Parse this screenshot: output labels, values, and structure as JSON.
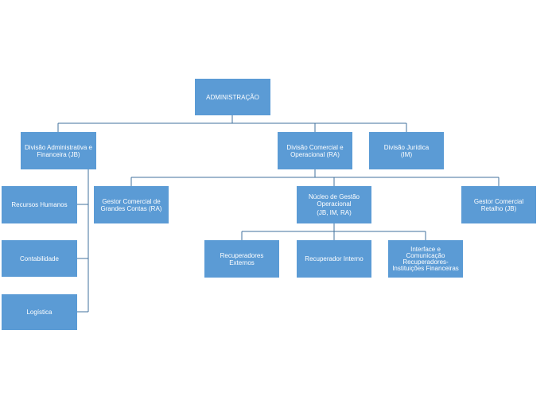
{
  "org_chart": {
    "line_color": "#41719c",
    "box_color": "#5b9bd5",
    "text_color": "#ffffff",
    "nodes": {
      "administracao": {
        "lines": [
          "ADMINISTRAÇÃO"
        ]
      },
      "div_admin": {
        "lines": [
          "Divisão Administrativa e\nFinanceira (JB)"
        ]
      },
      "div_comercial": {
        "lines": [
          "Divisão Comercial e\nOperacional (RA)"
        ]
      },
      "div_juridica": {
        "lines": [
          "Divisão Jurídica",
          "(IM)"
        ]
      },
      "recursos_humanos": {
        "lines": [
          "Recursos Humanos"
        ]
      },
      "contabilidade": {
        "lines": [
          "Contabilidade"
        ]
      },
      "logistica": {
        "lines": [
          "Logística"
        ]
      },
      "gestor_grandes": {
        "lines": [
          "Gestor Comercial de\nGrandes Contas (RA)"
        ]
      },
      "nucleo_gestao": {
        "lines": [
          "Núcleo de Gestão\nOperacional",
          "(JB, IM, RA)"
        ]
      },
      "gestor_retalho": {
        "lines": [
          "Gestor Comercial\nRetalho (JB)"
        ]
      },
      "recup_externos": {
        "lines": [
          "Recuperadores\nExternos"
        ]
      },
      "recup_interno": {
        "lines": [
          "Recuperador Interno"
        ]
      },
      "interface_com": {
        "lines": [
          "Interface e\nComunicação\nRecuperadores-\nInstituições Financeiras"
        ]
      }
    }
  }
}
